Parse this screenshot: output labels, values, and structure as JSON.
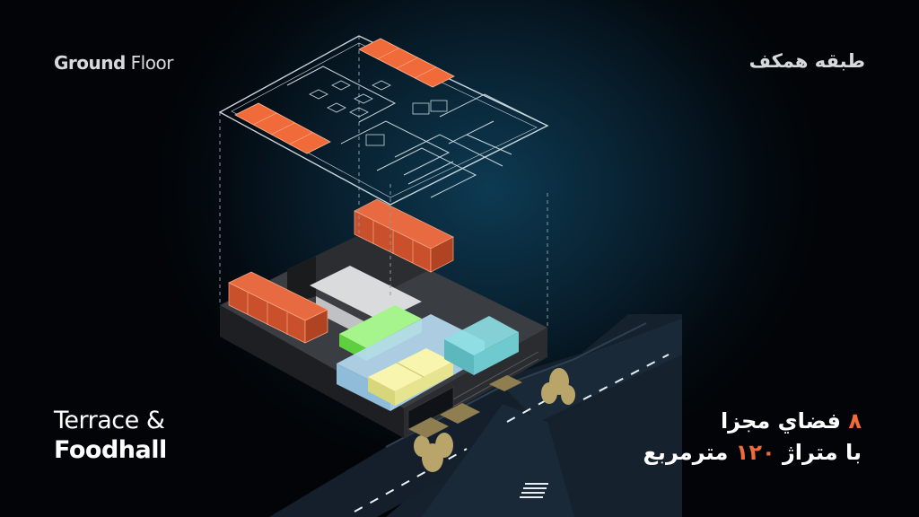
{
  "header": {
    "title_en_bold": "Ground",
    "title_en_light": "Floor",
    "title_fa": "طبقه همکف"
  },
  "venue": {
    "line1": "Terrace &",
    "line2": "Foodhall"
  },
  "stats": {
    "line1_number": "۸",
    "line1_text": "فضاي مجزا",
    "line2_prefix": "با متراژ",
    "line2_number": "۱۲۰",
    "line2_suffix": "مترمربع"
  },
  "colors": {
    "accent": "#f06a3a",
    "background": "#030a10",
    "glow": "#0d3a52",
    "plan_lines": "#c9d6dd",
    "green_block": "#7cf05c",
    "yellow_block": "#f4f29a",
    "light_blue_block": "#b9dcf4",
    "cyan_block": "#7ad2d8",
    "road": "#1a2a3a",
    "trees": "#b9a46a"
  },
  "scene": {
    "description_icons": [
      "floor-plan",
      "isometric-building",
      "road-intersection",
      "tree-icon"
    ]
  }
}
